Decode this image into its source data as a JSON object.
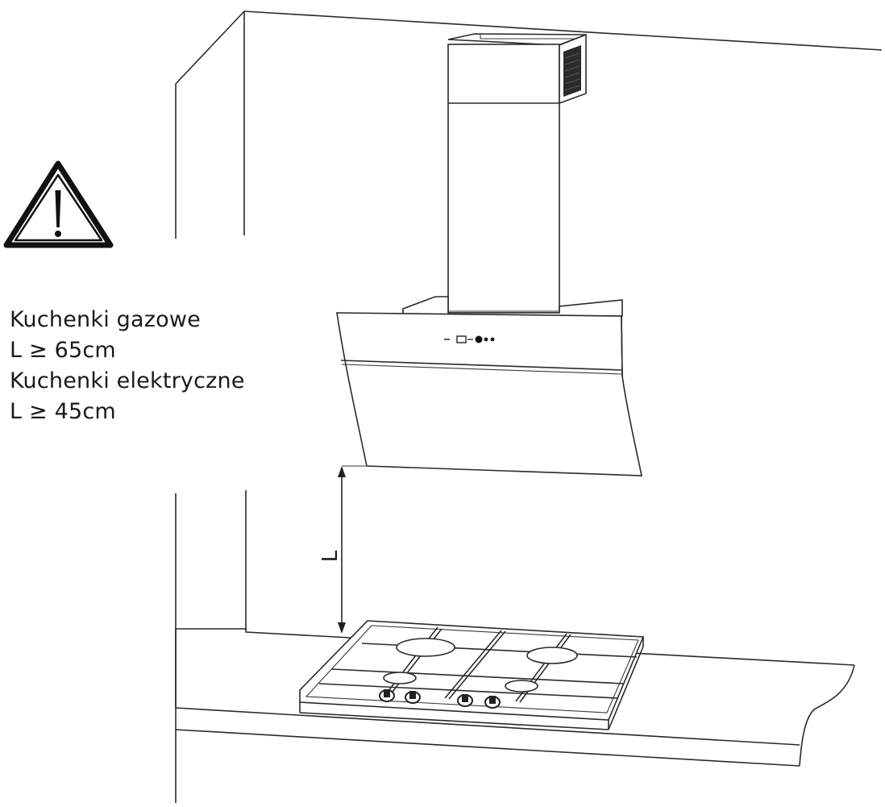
{
  "requirements": [
    {
      "label": "Kuchenki gazowe",
      "value": "L ≥ 65cm"
    },
    {
      "label": "Kuchenki elektryczne",
      "value": "L ≥ 45cm"
    }
  ],
  "dimension_label": "L",
  "icons": {
    "warning": "warning-triangle-icon"
  },
  "colors": {
    "line": "#2a2a2a",
    "background": "#ffffff"
  }
}
